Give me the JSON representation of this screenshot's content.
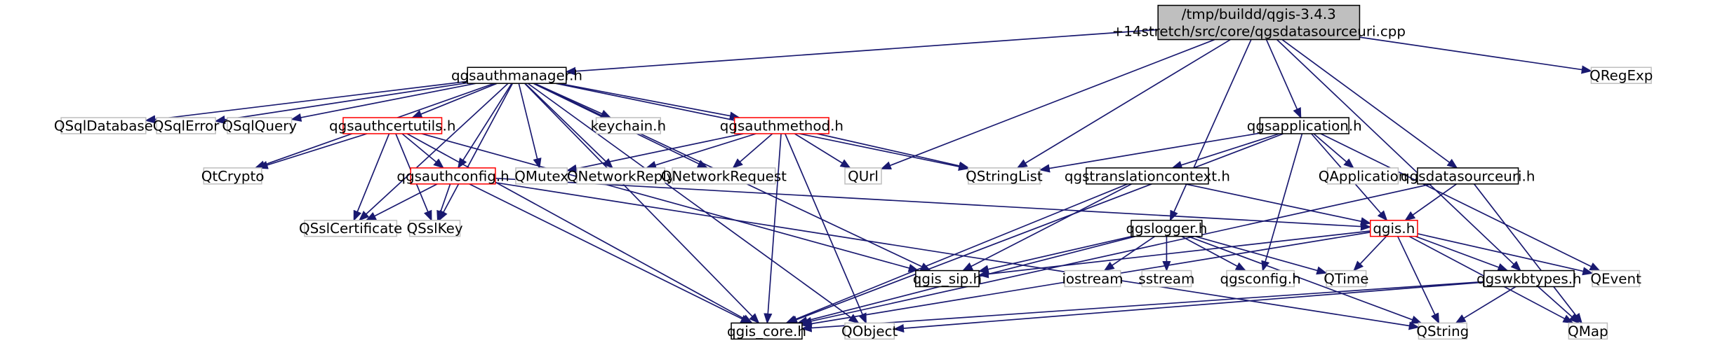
{
  "nodes": {
    "root": {
      "lines": [
        "/tmp/buildd/qgis-3.4.3",
        "+14stretch/src/core/qgsdatasourceuri.cpp"
      ],
      "style": "root"
    },
    "authmanager": {
      "lines": [
        "qgsauthmanager.h"
      ],
      "style": "normal"
    },
    "qregexp": {
      "lines": [
        "QRegExp"
      ],
      "style": "gray"
    },
    "qsqldatabase": {
      "lines": [
        "QSqlDatabase"
      ],
      "style": "gray"
    },
    "qsqlerror": {
      "lines": [
        "QSqlError"
      ],
      "style": "gray"
    },
    "qsqlquery": {
      "lines": [
        "QSqlQuery"
      ],
      "style": "gray"
    },
    "authcertutils": {
      "lines": [
        "qgsauthcertutils.h"
      ],
      "style": "red"
    },
    "keychain": {
      "lines": [
        "keychain.h"
      ],
      "style": "gray"
    },
    "authmethod": {
      "lines": [
        "qgsauthmethod.h"
      ],
      "style": "red"
    },
    "application": {
      "lines": [
        "qgsapplication.h"
      ],
      "style": "normal"
    },
    "qtcrypto": {
      "lines": [
        "QtCrypto"
      ],
      "style": "gray"
    },
    "authconfig": {
      "lines": [
        "qgsauthconfig.h"
      ],
      "style": "red"
    },
    "qmutex": {
      "lines": [
        "QMutex"
      ],
      "style": "gray"
    },
    "qnetworkreply": {
      "lines": [
        "QNetworkReply"
      ],
      "style": "gray"
    },
    "qnetworkrequest": {
      "lines": [
        "QNetworkRequest"
      ],
      "style": "gray"
    },
    "qurl": {
      "lines": [
        "QUrl"
      ],
      "style": "gray"
    },
    "qstringlist": {
      "lines": [
        "QStringList"
      ],
      "style": "gray"
    },
    "translationcontext": {
      "lines": [
        "qgstranslationcontext.h"
      ],
      "style": "normal"
    },
    "qapplication": {
      "lines": [
        "QApplication"
      ],
      "style": "gray"
    },
    "datasourceuri": {
      "lines": [
        "qgsdatasourceuri.h"
      ],
      "style": "normal"
    },
    "qsslcertificate": {
      "lines": [
        "QSslCertificate"
      ],
      "style": "gray"
    },
    "qsslkey": {
      "lines": [
        "QSslKey"
      ],
      "style": "gray"
    },
    "logger": {
      "lines": [
        "qgslogger.h"
      ],
      "style": "normal"
    },
    "qgis": {
      "lines": [
        "qgis.h"
      ],
      "style": "red"
    },
    "qgissip": {
      "lines": [
        "qgis_sip.h"
      ],
      "style": "normal"
    },
    "iostream": {
      "lines": [
        "iostream"
      ],
      "style": "gray"
    },
    "sstream": {
      "lines": [
        "sstream"
      ],
      "style": "gray"
    },
    "qgsconfig": {
      "lines": [
        "qgsconfig.h"
      ],
      "style": "gray"
    },
    "qtime": {
      "lines": [
        "QTime"
      ],
      "style": "gray"
    },
    "wkbtypes": {
      "lines": [
        "qgswkbtypes.h"
      ],
      "style": "normal"
    },
    "qevent": {
      "lines": [
        "QEvent"
      ],
      "style": "gray"
    },
    "qgiscore": {
      "lines": [
        "qgis_core.h"
      ],
      "style": "normal"
    },
    "qobject": {
      "lines": [
        "QObject"
      ],
      "style": "gray"
    },
    "qstring": {
      "lines": [
        "QString"
      ],
      "style": "gray"
    },
    "qmap": {
      "lines": [
        "QMap"
      ],
      "style": "gray"
    }
  },
  "edges": [
    [
      "root",
      "authmanager"
    ],
    [
      "root",
      "qregexp"
    ],
    [
      "root",
      "qurl"
    ],
    [
      "root",
      "qstringlist"
    ],
    [
      "root",
      "application"
    ],
    [
      "root",
      "datasourceuri"
    ],
    [
      "root",
      "logger"
    ],
    [
      "root",
      "wkbtypes"
    ],
    [
      "authmanager",
      "qsqldatabase"
    ],
    [
      "authmanager",
      "qsqlerror"
    ],
    [
      "authmanager",
      "qsqlquery"
    ],
    [
      "authmanager",
      "authcertutils"
    ],
    [
      "authmanager",
      "keychain"
    ],
    [
      "authmanager",
      "authmethod"
    ],
    [
      "authmanager",
      "qtcrypto"
    ],
    [
      "authmanager",
      "authconfig"
    ],
    [
      "authmanager",
      "qmutex"
    ],
    [
      "authmanager",
      "qnetworkreply"
    ],
    [
      "authmanager",
      "qnetworkrequest"
    ],
    [
      "authmanager",
      "qstringlist"
    ],
    [
      "authmanager",
      "qsslcertificate"
    ],
    [
      "authmanager",
      "qsslkey"
    ],
    [
      "authmanager",
      "qgissip"
    ],
    [
      "authmanager",
      "qgiscore"
    ],
    [
      "authmanager",
      "qobject"
    ],
    [
      "authcertutils",
      "qtcrypto"
    ],
    [
      "authcertutils",
      "authconfig"
    ],
    [
      "authcertutils",
      "qsslcertificate"
    ],
    [
      "authcertutils",
      "qsslkey"
    ],
    [
      "authcertutils",
      "qgissip"
    ],
    [
      "authcertutils",
      "qgiscore"
    ],
    [
      "authmethod",
      "qmutex"
    ],
    [
      "authmethod",
      "qnetworkreply"
    ],
    [
      "authmethod",
      "qnetworkrequest"
    ],
    [
      "authmethod",
      "qurl"
    ],
    [
      "authmethod",
      "qstringlist"
    ],
    [
      "authmethod",
      "qgiscore"
    ],
    [
      "authmethod",
      "qobject"
    ],
    [
      "authconfig",
      "qsslcertificate"
    ],
    [
      "authconfig",
      "qsslkey"
    ],
    [
      "authconfig",
      "qgis"
    ],
    [
      "authconfig",
      "qgiscore"
    ],
    [
      "authconfig",
      "qstring"
    ],
    [
      "application",
      "qstringlist"
    ],
    [
      "application",
      "translationcontext"
    ],
    [
      "application",
      "qapplication"
    ],
    [
      "application",
      "qgis"
    ],
    [
      "application",
      "qgsconfig"
    ],
    [
      "application",
      "qevent"
    ],
    [
      "application",
      "qgiscore"
    ],
    [
      "translationcontext",
      "qgis"
    ],
    [
      "translationcontext",
      "qgissip"
    ],
    [
      "translationcontext",
      "qgiscore"
    ],
    [
      "datasourceuri",
      "qgis"
    ],
    [
      "datasourceuri",
      "qgiscore"
    ],
    [
      "datasourceuri",
      "qmap"
    ],
    [
      "logger",
      "qgissip"
    ],
    [
      "logger",
      "iostream"
    ],
    [
      "logger",
      "sstream"
    ],
    [
      "logger",
      "qgsconfig"
    ],
    [
      "logger",
      "qtime"
    ],
    [
      "logger",
      "qgiscore"
    ],
    [
      "logger",
      "qstring"
    ],
    [
      "qgis",
      "qgissip"
    ],
    [
      "qgis",
      "qtime"
    ],
    [
      "qgis",
      "wkbtypes"
    ],
    [
      "qgis",
      "qevent"
    ],
    [
      "qgis",
      "qgiscore"
    ],
    [
      "qgis",
      "qstring"
    ],
    [
      "qgis",
      "qmap"
    ],
    [
      "wkbtypes",
      "qgiscore"
    ],
    [
      "wkbtypes",
      "qobject"
    ],
    [
      "wkbtypes",
      "qstring"
    ],
    [
      "wkbtypes",
      "qmap"
    ]
  ],
  "colors": {
    "edge": "#191970",
    "root_fill": "#bfbfbf",
    "normal_border": "#000000",
    "red_border": "#ff0000",
    "gray_border": "#bfbfbf",
    "gray_text": "#000000"
  }
}
